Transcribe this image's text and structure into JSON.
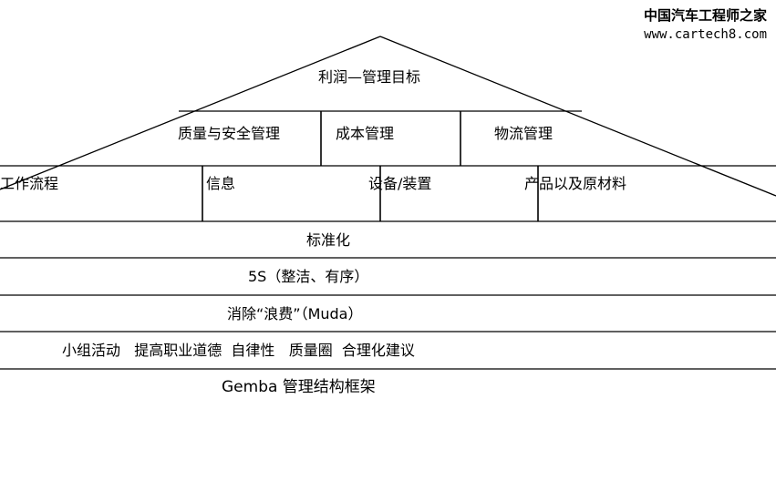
{
  "watermark": {
    "line1": "中国汽车工程师之家",
    "line2": "www.cartech8.com"
  },
  "roof": {
    "top": "利润—管理目标",
    "row2": [
      "质量与安全管理",
      "成本管理",
      "物流管理"
    ],
    "row3": [
      "工作流程",
      "信息",
      "设备/装置",
      "产品以及原材料"
    ]
  },
  "foundation": [
    "标准化",
    "5S（整洁、有序）",
    "消除“浪费”（Muda）",
    "小组活动   提高职业道德  自律性   质量圈  合理化建议"
  ],
  "caption": "Gemba 管理结构框架"
}
